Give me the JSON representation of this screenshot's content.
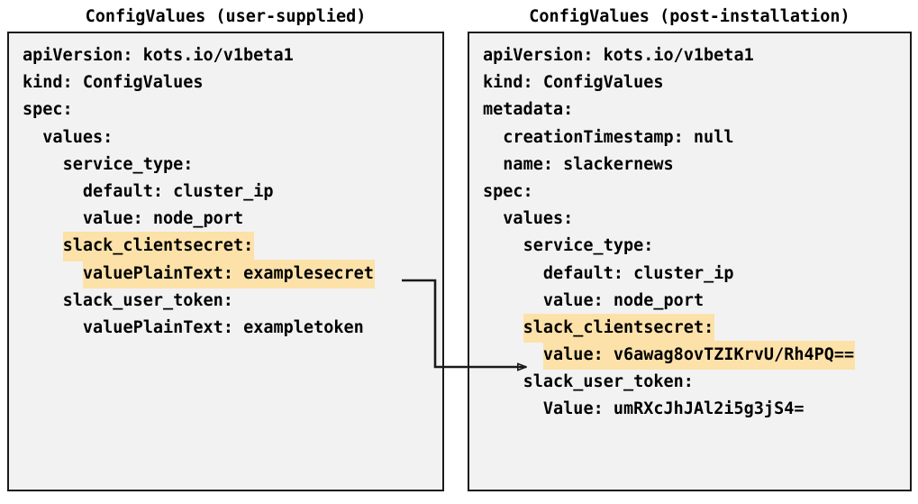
{
  "panels": {
    "left": {
      "title": "ConfigValues (user-supplied)",
      "lines": [
        {
          "indent": 0,
          "text": "apiVersion: kots.io/v1beta1",
          "highlight": false
        },
        {
          "indent": 0,
          "text": "kind: ConfigValues",
          "highlight": false
        },
        {
          "indent": 0,
          "text": "spec:",
          "highlight": false
        },
        {
          "indent": 1,
          "text": "values:",
          "highlight": false
        },
        {
          "indent": 2,
          "text": "service_type:",
          "highlight": false
        },
        {
          "indent": 3,
          "text": "default: cluster_ip",
          "highlight": false
        },
        {
          "indent": 3,
          "text": "value: node_port",
          "highlight": false
        },
        {
          "indent": 2,
          "text": "slack_clientsecret:",
          "highlight": true
        },
        {
          "indent": 3,
          "text": "valuePlainText: examplesecret",
          "highlight": true
        },
        {
          "indent": 2,
          "text": "slack_user_token:",
          "highlight": false
        },
        {
          "indent": 3,
          "text": "valuePlainText: exampletoken",
          "highlight": false
        }
      ]
    },
    "right": {
      "title": "ConfigValues (post-installation)",
      "lines": [
        {
          "indent": 0,
          "text": "apiVersion: kots.io/v1beta1",
          "highlight": false
        },
        {
          "indent": 0,
          "text": "kind: ConfigValues",
          "highlight": false
        },
        {
          "indent": 0,
          "text": "metadata:",
          "highlight": false
        },
        {
          "indent": 1,
          "text": "creationTimestamp: null",
          "highlight": false
        },
        {
          "indent": 1,
          "text": "name: slackernews",
          "highlight": false
        },
        {
          "indent": 0,
          "text": "spec:",
          "highlight": false
        },
        {
          "indent": 1,
          "text": "values:",
          "highlight": false
        },
        {
          "indent": 2,
          "text": "service_type:",
          "highlight": false
        },
        {
          "indent": 3,
          "text": "default: cluster_ip",
          "highlight": false
        },
        {
          "indent": 3,
          "text": "value: node_port",
          "highlight": false
        },
        {
          "indent": 2,
          "text": "slack_clientsecret:",
          "highlight": true
        },
        {
          "indent": 3,
          "text": "value: v6awag8ovTZIKrvU/Rh4PQ==",
          "highlight": true
        },
        {
          "indent": 2,
          "text": "slack_user_token:",
          "highlight": false
        },
        {
          "indent": 3,
          "text": "Value: umRXcJhJAl2i5g3jS4=",
          "highlight": false
        }
      ]
    }
  },
  "connector": {
    "label": "maps-user-supplied-secret-to-encrypted-value",
    "color": "#1a1a1a"
  },
  "colors": {
    "highlight": "#fce2a9",
    "panel_background": "#f2f2f2",
    "panel_border": "#1a1a1a",
    "text": "#000000",
    "page_background": "#ffffff"
  }
}
